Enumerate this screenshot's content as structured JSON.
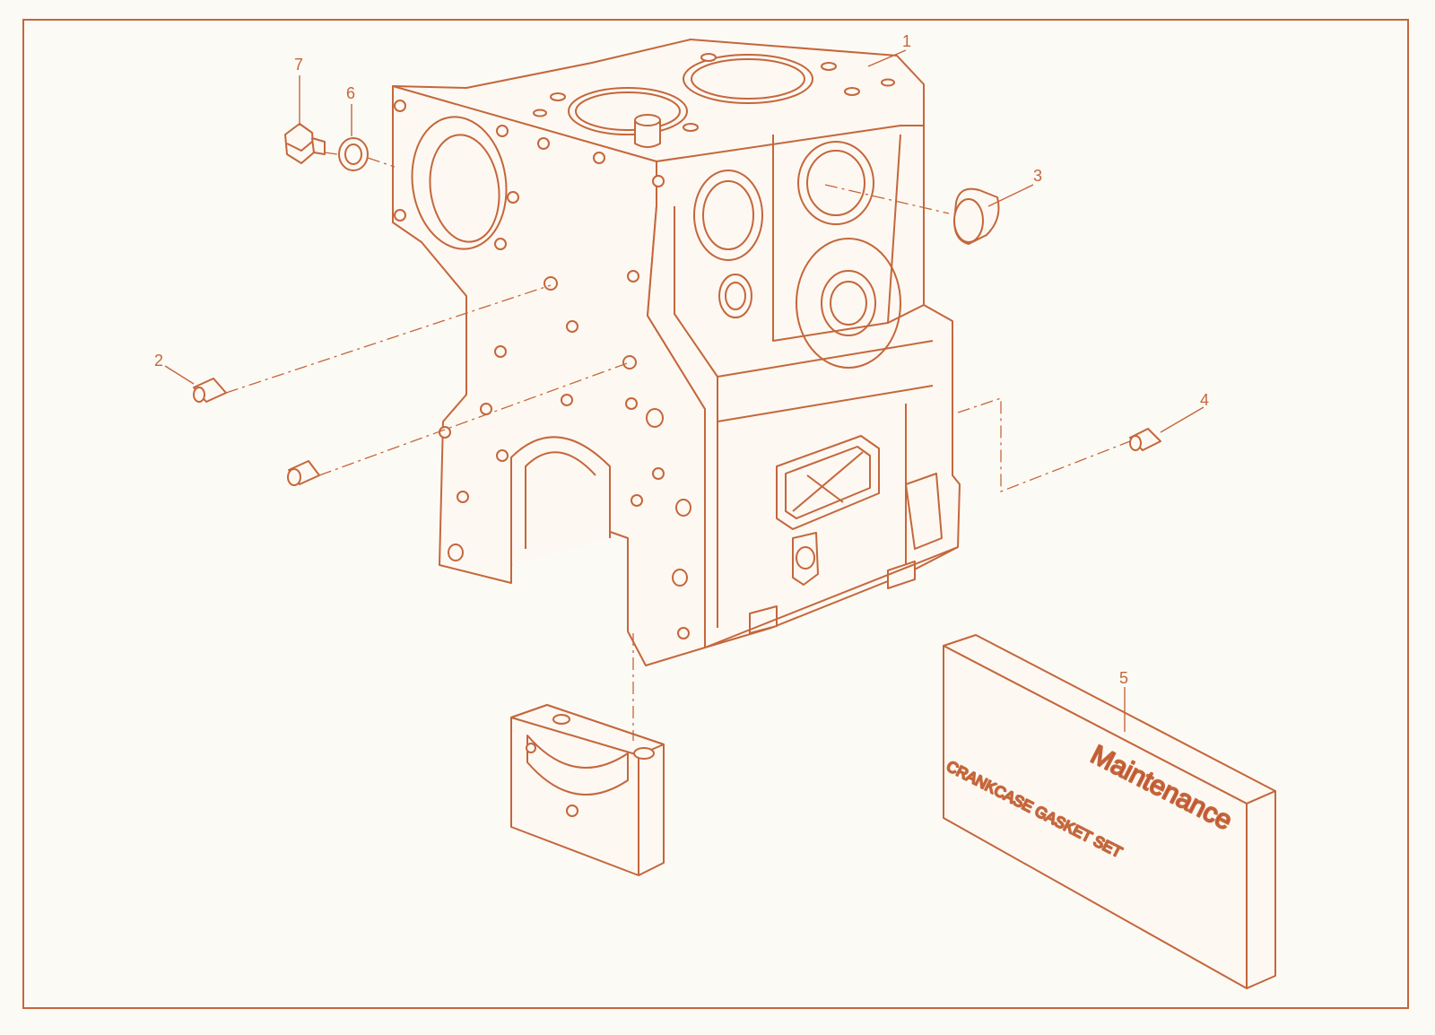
{
  "diagram": {
    "colors": {
      "line": "#c4673c",
      "fill": "#fdf8f2",
      "shade": "#f3e3d6",
      "background": "#fcfaf5",
      "border": "#c4673c",
      "kit_text": "#c0392b"
    },
    "callouts": {
      "c1": "1",
      "c2": "2",
      "c3": "3",
      "c4": "4",
      "c5": "5",
      "c6": "6",
      "c7": "7"
    },
    "kit": {
      "title": "Maintenance",
      "subtitle": "CRANKCASE GASKET SET"
    },
    "parts": [
      {
        "id": "1",
        "name": "crankcase"
      },
      {
        "id": "2",
        "name": "dowel-pin"
      },
      {
        "id": "3",
        "name": "plug-cap"
      },
      {
        "id": "4",
        "name": "dowel-pin"
      },
      {
        "id": "5",
        "name": "gasket-set-box"
      },
      {
        "id": "6",
        "name": "sealing-washer"
      },
      {
        "id": "7",
        "name": "drain-plug"
      }
    ]
  }
}
